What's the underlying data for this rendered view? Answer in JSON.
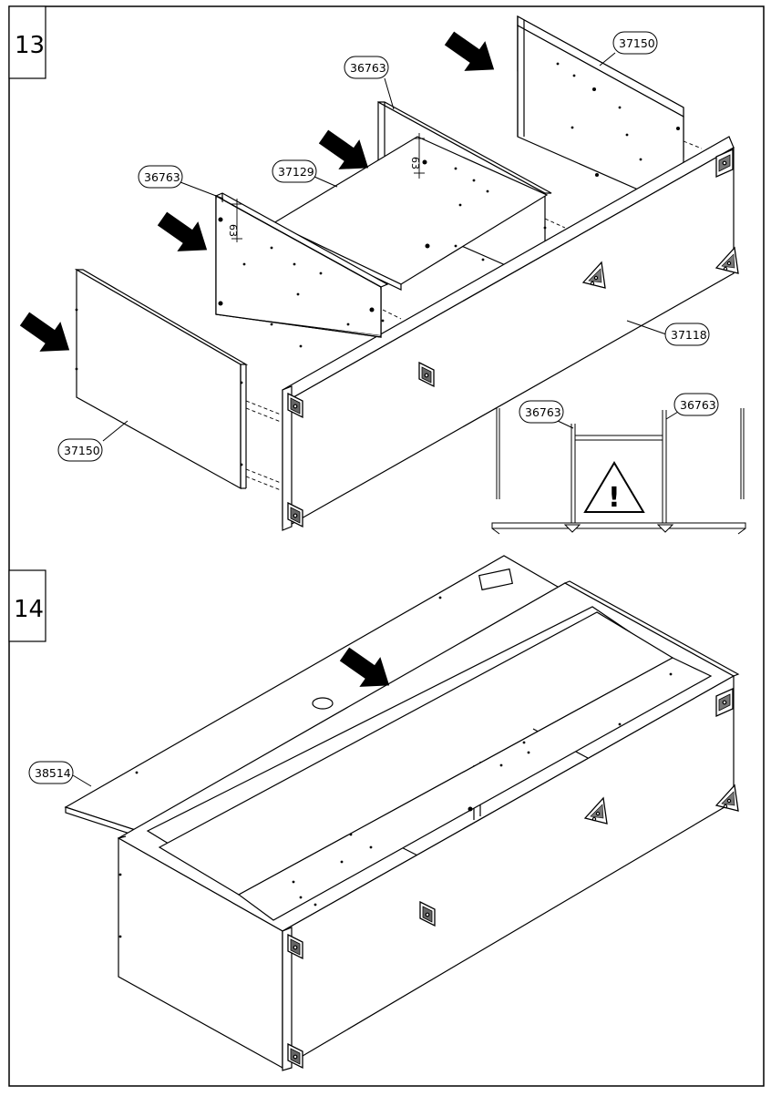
{
  "steps": [
    {
      "number": "13",
      "labels": {
        "left_end_panel": "37150",
        "right_end_panel": "37150",
        "divider_left": "36763",
        "divider_right": "36763",
        "shelf": "37129",
        "back_panel": "37118",
        "detail_left": "36763",
        "detail_right": "36763"
      },
      "dimensions": {
        "left": "63",
        "right": "63"
      },
      "warning_symbol": "!"
    },
    {
      "number": "14",
      "labels": {
        "top_panel": "38514"
      }
    }
  ],
  "icons": [
    "arrow-icon",
    "warning-icon",
    "corner-bracket-icon"
  ],
  "colors": {
    "line": "#000000",
    "background": "#ffffff"
  }
}
